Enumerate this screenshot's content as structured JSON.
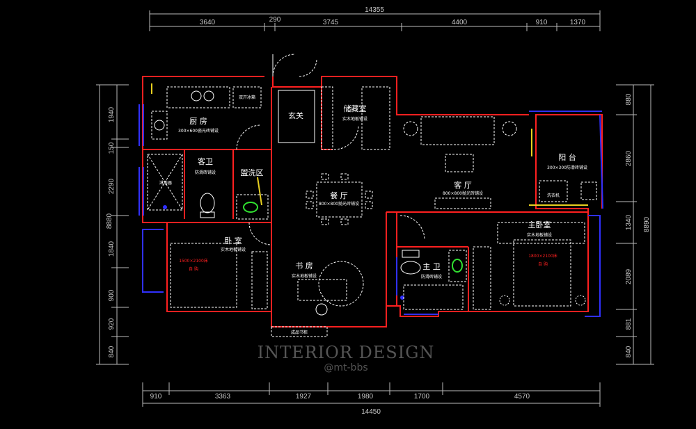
{
  "dimensions": {
    "top_total": "14355",
    "top_segments": [
      "3640",
      "290",
      "3745",
      "4400",
      "910",
      "1370"
    ],
    "bottom_total": "14450",
    "bottom_segments": [
      "910",
      "3363",
      "1927",
      "1980",
      "1700",
      "4570"
    ],
    "left_total": "8880",
    "left_segments": [
      "1940",
      "150",
      "2290",
      "1840",
      "900",
      "920",
      "840"
    ],
    "right_total": "8890",
    "right_segments": [
      "880",
      "2860",
      "1340",
      "2089",
      "881",
      "840"
    ]
  },
  "rooms": {
    "kitchen": {
      "name": "厨 房",
      "floor": "300×600瓷光砖铺设",
      "fridge": "双开冰箱"
    },
    "storage": {
      "name": "储藏室",
      "floor": "实木地板铺设"
    },
    "entrance": {
      "name": "玄关"
    },
    "guest_bath": {
      "name": "客卫",
      "floor": "防滑砖铺设",
      "shower": "淋浴器"
    },
    "laundry": {
      "name": "盥洗区"
    },
    "dining": {
      "name": "餐 厅",
      "floor": "800×800抛光砖铺设"
    },
    "living": {
      "name": "客 厅",
      "floor": "800×800抛光砖铺设"
    },
    "balcony": {
      "name": "阳 台",
      "floor": "300×300防滑砖铺设",
      "washer": "洗衣机"
    },
    "master_bedroom": {
      "name": "主卧室",
      "floor": "实木地板铺设",
      "bed": "1800×2100床",
      "bed_label": "自 购"
    },
    "master_bath": {
      "name": "主 卫",
      "floor": "防滑砖铺设"
    },
    "bedroom": {
      "name": "卧 室",
      "floor": "实木地板铺设",
      "bed": "1500×2100床",
      "bed_label": "自 购"
    },
    "study": {
      "name": "书 房",
      "floor": "实木地板铺设"
    },
    "cabinet": {
      "name": "成品书柜"
    }
  },
  "watermark": {
    "line1": "INTERIOR DESIGN",
    "line2": "@mt-bbs"
  },
  "colors": {
    "wall": "#ff2020",
    "window": "#3030ff",
    "door": "#e8d020",
    "fixture": "#ffffff",
    "green": "#30e030"
  }
}
